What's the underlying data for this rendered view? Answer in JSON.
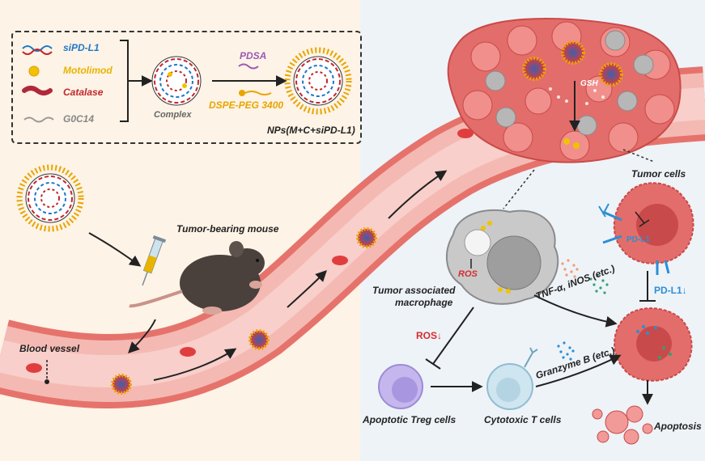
{
  "legend": {
    "items": [
      {
        "label": "siPD-L1",
        "color": "#1f77c9"
      },
      {
        "label": "Motolimod",
        "color": "#e8b400"
      },
      {
        "label": "Catalase",
        "color": "#c0272d"
      },
      {
        "label": "G0C14",
        "color": "#888888"
      }
    ],
    "complex_label": "Complex",
    "pdsa_label": "PDSA",
    "dspe_label": "DSPE-PEG 3400",
    "nps_label": "NPs(M+C+siPD-L1)"
  },
  "mouse_label": "Tumor-bearing mouse",
  "vessel_label": "Blood vessel",
  "tumor": {
    "gsh_label": "GSH",
    "tumor_cells_label": "Tumor cells",
    "pdl1_label": "PD-L1",
    "pdl1_down_label": "PD-L1↓"
  },
  "macrophage": {
    "label_line1": "Tumor associated",
    "label_line2": "macrophage",
    "ros_label": "ROS",
    "ros_down_label": "ROS↓"
  },
  "cytokines_label": "TNF-α, iNOS (etc.)",
  "granzyme_label": "Granzyme B (etc.)",
  "treg_label": "Apoptotic Treg cells",
  "tcell_label": "Cytotoxic T cells",
  "apoptosis_label": "Apoptosis",
  "colors": {
    "vessel": "#f4b9b3",
    "vessel_wall": "#e5736c",
    "tumor": "#e36d6a",
    "macrophage": "#c9c9c9",
    "treg": "#c6b6ee",
    "tcell": "#cfe5ef",
    "accent_blue": "#2a8fd6",
    "accent_red": "#d62d2d",
    "accent_yellow": "#e8a500"
  }
}
